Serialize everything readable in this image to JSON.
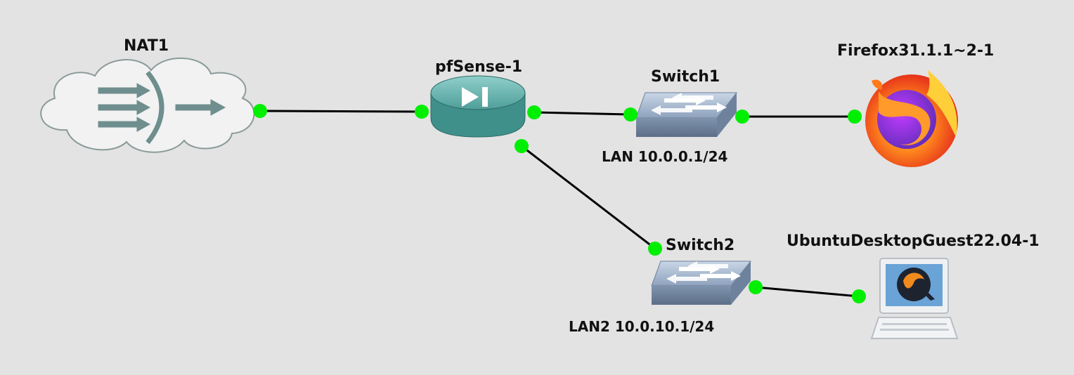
{
  "nodes": {
    "nat": {
      "label": "NAT1",
      "icon": "nat-cloud-icon"
    },
    "router": {
      "label": "pfSense-1",
      "icon": "router-icon"
    },
    "switch1": {
      "label": "Switch1",
      "icon": "switch-icon",
      "note": "LAN 10.0.0.1/24"
    },
    "switch2": {
      "label": "Switch2",
      "icon": "switch-icon",
      "note": "LAN2 10.0.10.1/24"
    },
    "firefox": {
      "label": "Firefox31.1.1~2-1",
      "icon": "firefox-icon"
    },
    "ubuntu": {
      "label": "UbuntuDesktopGuest22.04-1",
      "icon": "qemu-vm-icon"
    }
  },
  "links": [
    {
      "from": "nat",
      "to": "router"
    },
    {
      "from": "router",
      "to": "switch1"
    },
    {
      "from": "switch1",
      "to": "firefox"
    },
    {
      "from": "router",
      "to": "switch2"
    },
    {
      "from": "switch2",
      "to": "ubuntu"
    }
  ],
  "colors": {
    "background": "#e3e3e3",
    "link": "#000000",
    "port": "#00ee00",
    "router": "#3f8f8a",
    "switch": "#8fa3bd",
    "cloud": "#f2f2f2"
  }
}
